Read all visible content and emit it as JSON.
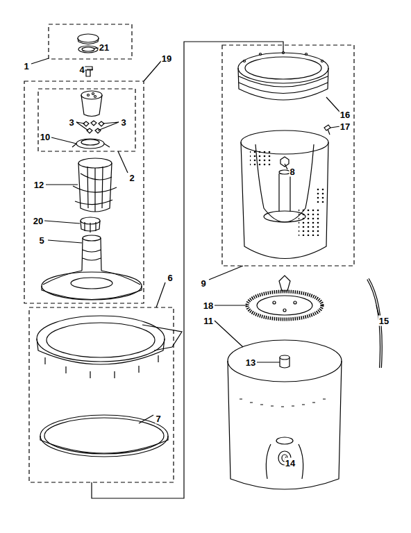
{
  "diagram": {
    "labels": [
      "1",
      "21",
      "4",
      "19",
      "3",
      "3",
      "10",
      "2",
      "12",
      "20",
      "5",
      "6",
      "7",
      "16",
      "17",
      "8",
      "9",
      "18",
      "11",
      "13",
      "14",
      "15"
    ]
  }
}
